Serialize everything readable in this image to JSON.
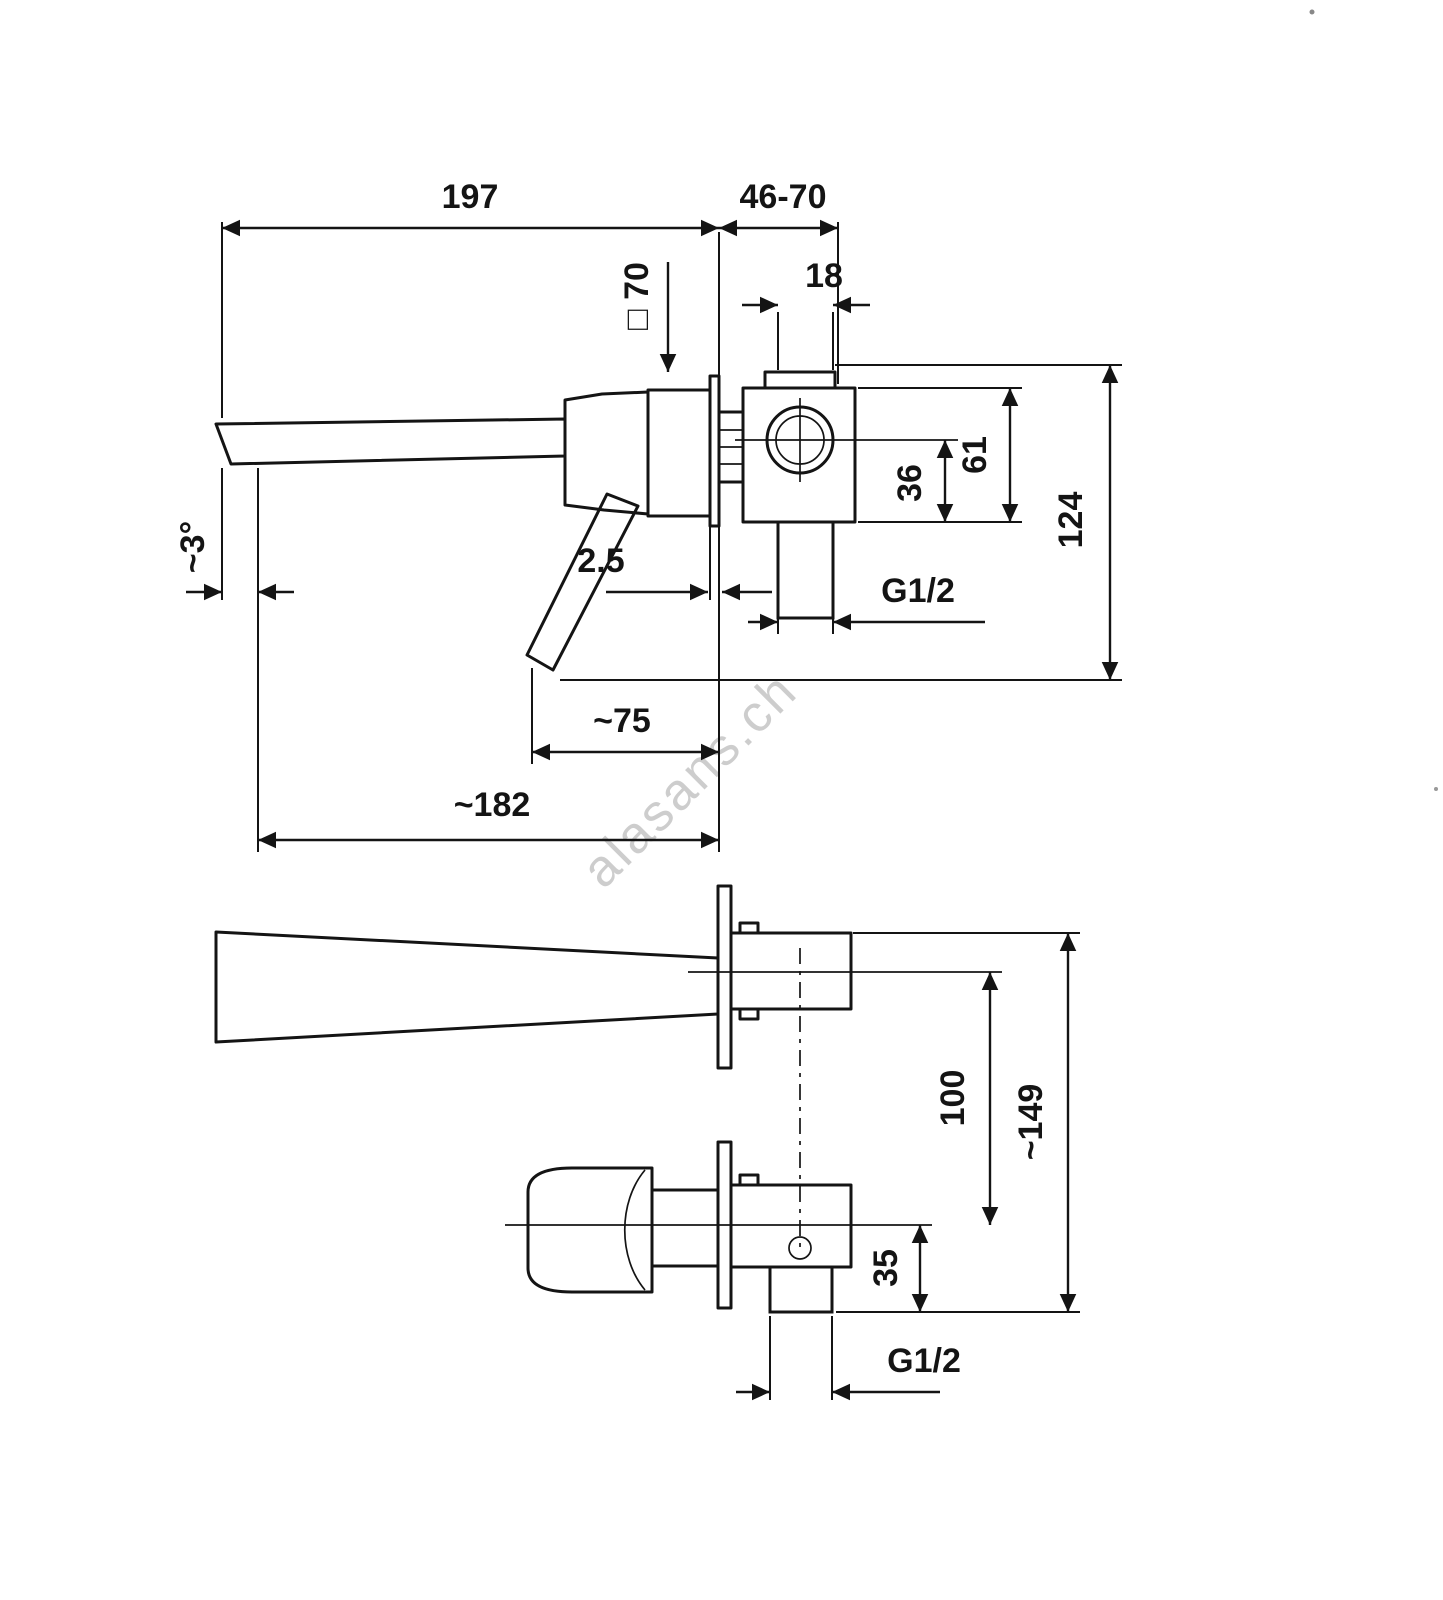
{
  "watermark": "alasans.ch",
  "side": {
    "dims": {
      "spout_to_wall": "197",
      "wall_thickness_range": "46-70",
      "inlet_offset": "18",
      "escutcheon_square": "□ 70",
      "dim_61": "61",
      "dim_36": "36",
      "dim_124": "124",
      "plate_thickness": "2.5",
      "outlet_thread": "G1/2",
      "handle_projection": "~75",
      "spout_reach": "~182",
      "spout_angle": "~3°"
    }
  },
  "plan": {
    "dims": {
      "axis_spacing": "100",
      "overall_height": "~149",
      "outlet_offset": "35",
      "outlet_thread": "G1/2"
    }
  }
}
